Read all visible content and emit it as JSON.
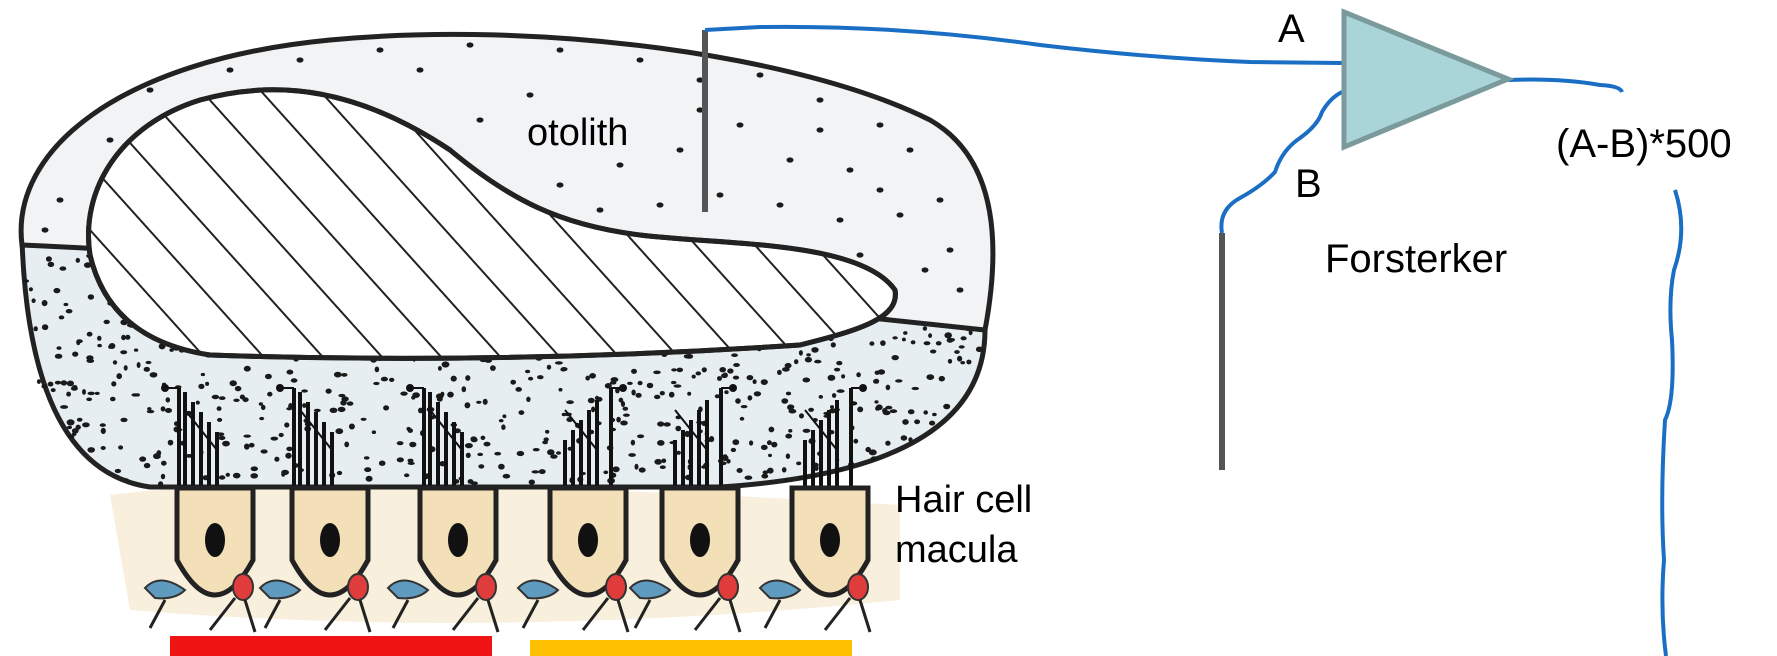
{
  "labels": {
    "otolith": "otolith",
    "hair_cell_line1": "Hair cell",
    "hair_cell_line2": "macula",
    "input_a": "A",
    "input_b": "B",
    "amplifier": "Forsterker",
    "output_formula": "(A-B)*500"
  },
  "colors": {
    "wire": "#1a6fc4",
    "electrode": "#555555",
    "amplifier_fill": "#a9d5d8",
    "amplifier_stroke": "#7a9a9c",
    "bar_left": "#f01414",
    "bar_right": "#ffc000",
    "cell_fill": "#f3dfb8",
    "gel_fill": "#dce9f2",
    "nerve_blue": "#5f9bbf",
    "nerve_red": "#e03c3c"
  },
  "icons": {
    "amplifier": "triangle-amplifier-icon",
    "electrode": "electrode-needle-icon"
  }
}
